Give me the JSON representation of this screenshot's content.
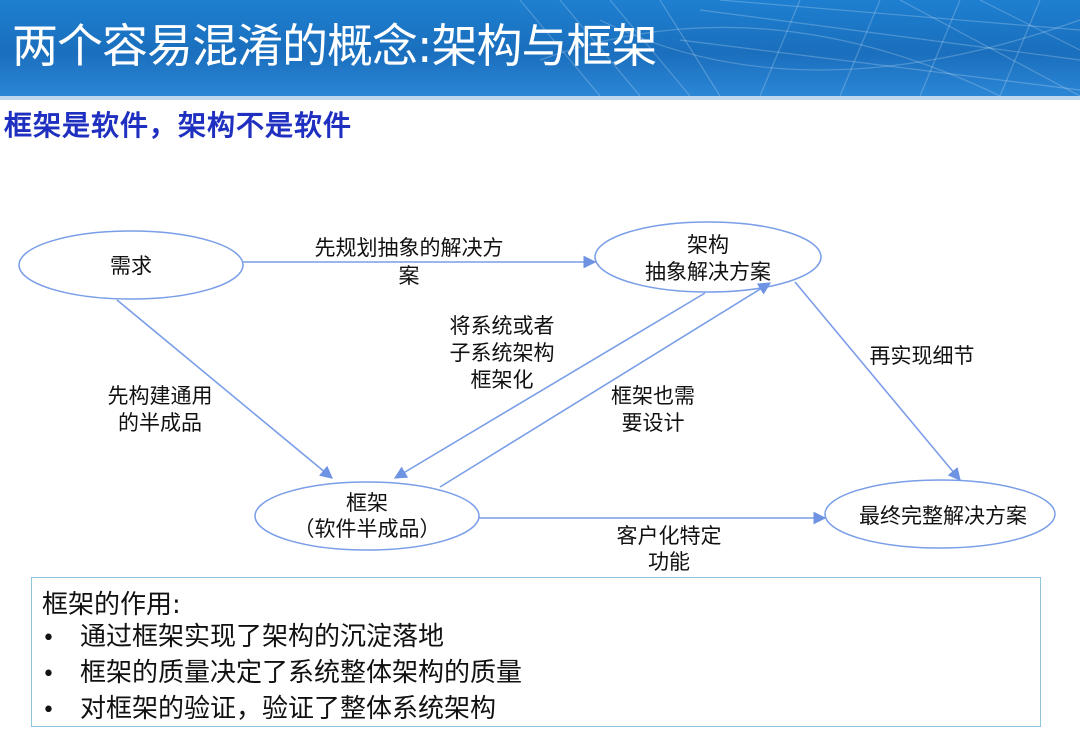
{
  "header": {
    "title": "两个容易混淆的概念:架构与框架",
    "bg_color": "#1a6fbd"
  },
  "subtitle": "框架是软件，架构不是软件",
  "diagram": {
    "nodes": {
      "requirement": {
        "line1": "需求"
      },
      "architecture": {
        "line1": "架构",
        "line2": "抽象解决方案"
      },
      "framework": {
        "line1": "框架",
        "line2": "（软件半成品）"
      },
      "final_solution": {
        "line1": "最终完整解决方案"
      }
    },
    "edges": {
      "req_to_arch": {
        "line1": "先规划抽象的解决方",
        "line2": "案"
      },
      "arch_to_framework": {
        "line1": "将系统或者",
        "line2": "子系统架构",
        "line3": "框架化"
      },
      "arch_to_final": {
        "line1": "再实现细节"
      },
      "req_to_framework": {
        "line1": "先构建通用",
        "line2": "的半成品"
      },
      "framework_to_arch": {
        "line1": "框架也需",
        "line2": "要设计"
      },
      "framework_to_final": {
        "line1": "客户化特定",
        "line2": "功能"
      }
    },
    "arrow_color": "#7a9ee8"
  },
  "info": {
    "heading": "框架的作用:",
    "bullet_glyph": "•",
    "items": [
      "通过框架实现了架构的沉淀落地",
      "框架的质量决定了系统整体架构的质量",
      "对框架的验证，验证了整体系统架构"
    ]
  }
}
